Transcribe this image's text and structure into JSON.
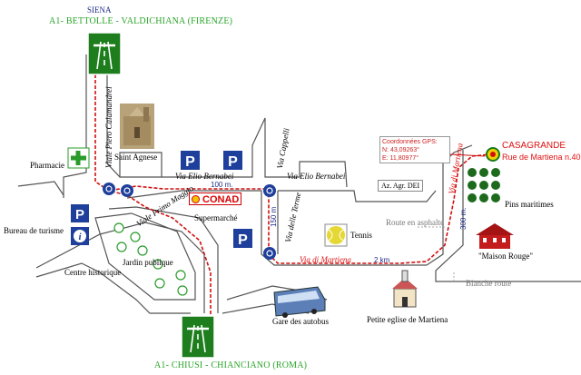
{
  "colors": {
    "route": "#d01010",
    "motorway_sign": "#1e7e1e",
    "parking_sign": "#1f3f9c",
    "road_outline": "#555555",
    "label_blue": "#1f2d8a",
    "label_green": "#2aa52a",
    "label_red": "#d11111"
  },
  "top_exit": {
    "city": "SIENA",
    "label": "A1- BETTOLLE - VALDICHIANA (FIRENZE)",
    "icon": "motorway-icon"
  },
  "bottom_exit": {
    "label": "A1- CHIUSI - CHIANCIANO (ROMA)",
    "icon": "motorway-icon"
  },
  "streets": {
    "calamandrei": "Viale Piero Calamandrei",
    "bernabei_1": "Via Elio Bernabei",
    "bernabei_2": "Via Elio Bernabei",
    "cappelli": "Via Cappelli",
    "terme": "Via delle Terme",
    "primo_maggio": "Viale Primo Maggio",
    "martiena": "Via di Martiena",
    "martiena_2": "Via di Martiena"
  },
  "distances": {
    "d100": "100 m.",
    "d150": "150 m",
    "d2km": "2 km",
    "d300": "300 m."
  },
  "places": {
    "pharmacy": "Pharmacie",
    "church": "Saint Agnese",
    "tourism": "Bureau de turisme",
    "historic": "Centre historique",
    "garden": "Jardin publique",
    "supermarket": "Supermarché",
    "conad": "CONAD",
    "tennis": "Tennis",
    "bus": "Gare des autobus",
    "petite_eglise": "Petite eglise de Martiena",
    "agr": "Az. Agr. DEI",
    "pins": "Pins maritimes",
    "maison": "\"Maison Rouge\"",
    "asphalte": "Route en asphalte",
    "blanche": "Blanche route"
  },
  "gps": {
    "title": "Coordonnées GPS:",
    "n": "N: 43,09263°",
    "e": "E: 11,80977°"
  },
  "destination": {
    "name": "CASAGRANDE",
    "address": "Rue de Martiena n.40"
  }
}
